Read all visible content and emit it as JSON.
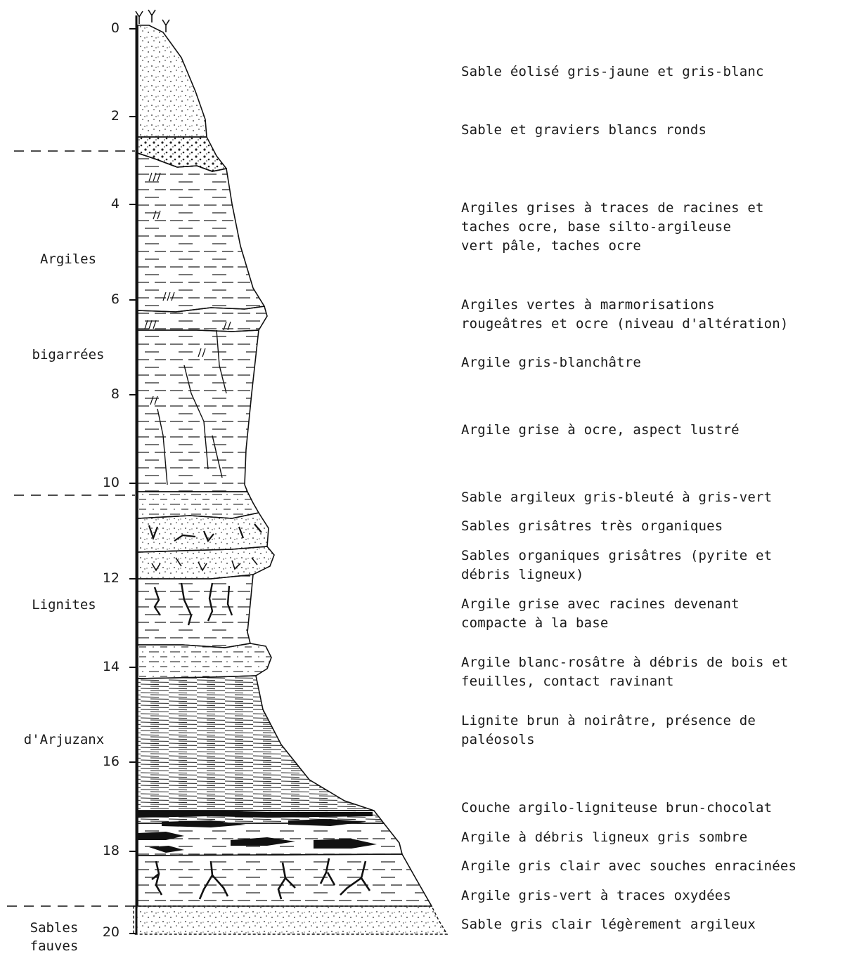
{
  "depth_labels": [
    "0",
    "2",
    "4",
    "6",
    "8",
    "10",
    "12",
    "14",
    "16",
    "18",
    "20"
  ],
  "formation_labels": {
    "argiles": "Argiles",
    "bigarrees": "bigarrées",
    "lignites": "Lignites",
    "arjuzanx": "d'Arjuzanx",
    "sables": "Sables",
    "fauves": "fauves"
  },
  "descriptions": [
    "Sable éolisé gris-jaune et gris-blanc",
    "Sable et graviers blancs ronds",
    "Argiles grises à traces de racines et\ntaches ocre, base silto-argileuse\nvert pâle, taches ocre",
    "Argiles vertes à marmorisations\nrougeâtres et ocre (niveau d'altération)",
    "Argile gris-blanchâtre",
    "Argile grise à ocre, aspect lustré",
    "Sable argileux gris-bleuté à gris-vert",
    "Sables grisâtres très organiques",
    "Sables organiques grisâtres (pyrite et\ndébris ligneux)",
    "Argile grise avec racines devenant\ncompacte à la base",
    "Argile blanc-rosâtre à débris de bois et\nfeuilles, contact ravinant",
    "Lignite brun à noirâtre, présence de\npaléosols",
    "Couche argilo-ligniteuse brun-chocolat",
    "Argile à débris ligneux gris sombre",
    "Argile gris clair avec souches enracinées",
    "Argile gris-vert à traces oxydées",
    "Sable gris clair légèrement argileux"
  ]
}
